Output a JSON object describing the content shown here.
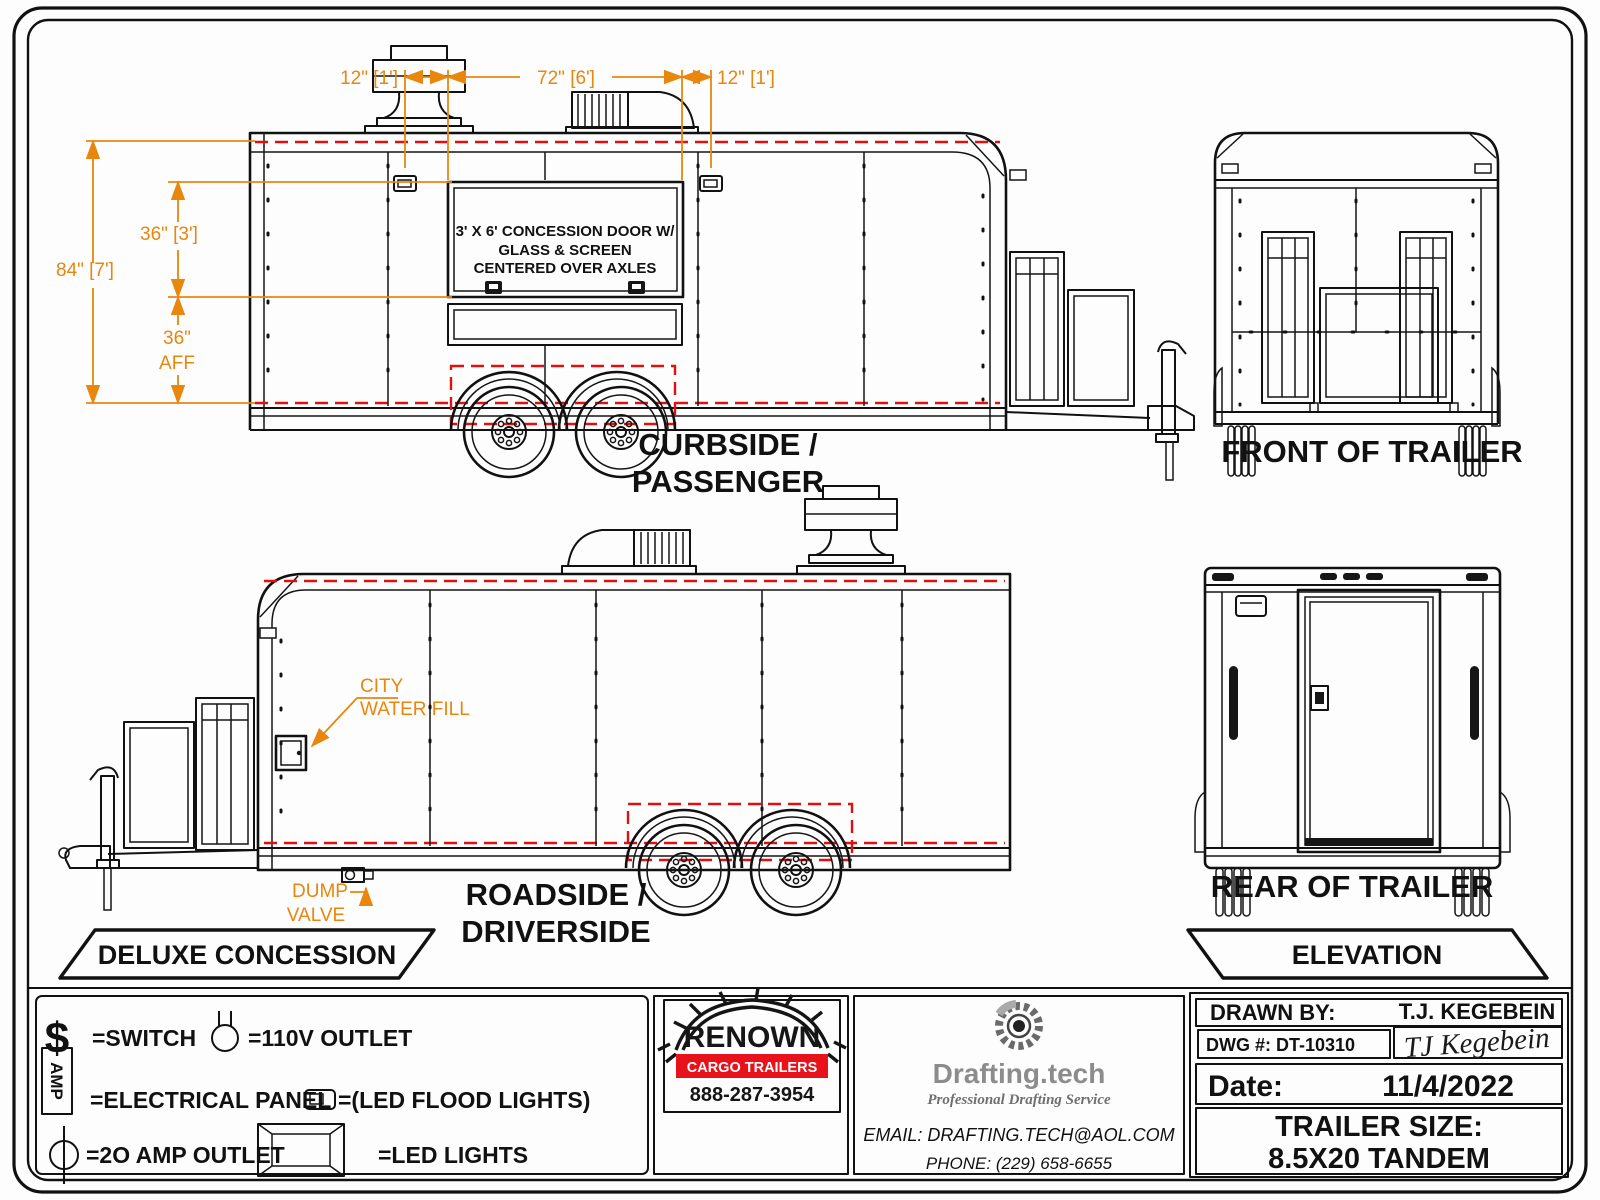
{
  "colors": {
    "line": "#111111",
    "accent_orange": "#E8860D",
    "led_red": "#E01010",
    "brand_red": "#E8121A",
    "brand_gray": "#8C8C8C"
  },
  "views": {
    "curbside": {
      "label_line1": "CURBSIDE /",
      "label_line2": "PASSENGER",
      "door_note": [
        "3' X 6' CONCESSION DOOR W/",
        "GLASS & SCREEN",
        "CENTERED OVER AXLES"
      ],
      "dims": {
        "top_left": "12\" [1']",
        "top_mid": "72\" [6']",
        "top_right": "12\" [1']",
        "overall_height": "84\" [7']",
        "door_height": "36\" [3']",
        "aff_value": "36\"",
        "aff_suffix": "AFF"
      }
    },
    "front": {
      "label": "FRONT OF TRAILER"
    },
    "roadside": {
      "label_line1": "ROADSIDE /",
      "label_line2": "DRIVERSIDE",
      "city_water_line1": "CITY",
      "city_water_line2": "WATER FILL",
      "dump_line1": "DUMP",
      "dump_line2": "VALVE"
    },
    "rear": {
      "label": "REAR OF TRAILER"
    }
  },
  "banners": {
    "left": "DELUXE CONCESSION",
    "right": "ELEVATION"
  },
  "legend": {
    "switch_symbol": "$",
    "switch_label": "=SWITCH",
    "outlet110_label": "=110V OUTLET",
    "panel_symbol": "AMP",
    "panel_label": "=ELECTRICAL PANEL",
    "flood_label": "=(LED FLOOD LIGHTS)",
    "amp20_label": "=2O AMP OUTLET",
    "led_label": "=LED LIGHTS"
  },
  "brand": {
    "name": "RENOWN",
    "sub": "CARGO TRAILERS",
    "phone": "888-287-3954"
  },
  "drafting": {
    "name": "Drafting.tech",
    "tagline": "Professional Drafting Service",
    "email": "EMAIL: DRAFTING.TECH@AOL.COM",
    "phone": "PHONE: (229) 658-6655"
  },
  "titleblock": {
    "drawn_by_label": "DRAWN BY:",
    "drawn_by": "T.J. KEGEBEIN",
    "dwg": "DWG #: DT-10310",
    "signature": "TJ Kegebein",
    "date_label": "Date:",
    "date": "11/4/2022",
    "size_label": "TRAILER SIZE:",
    "size": "8.5X20 TANDEM"
  }
}
